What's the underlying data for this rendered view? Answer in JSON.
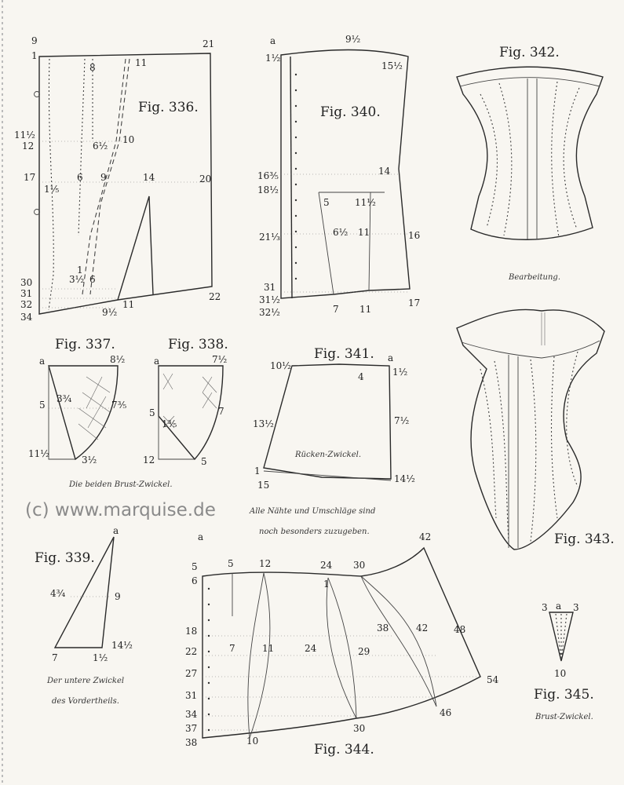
{
  "watermark": "(c) www.marquise.de",
  "figures": {
    "f336": {
      "title": "Fig. 336.",
      "labels": [
        "9",
        "21",
        "1",
        "8",
        "11",
        "11½",
        "12",
        "6½",
        "10",
        "17",
        "6",
        "9",
        "14",
        "20",
        "1⅕",
        "30",
        "31",
        "32",
        "34",
        "3½",
        "6",
        "1",
        "11",
        "9½",
        "22"
      ]
    },
    "f340": {
      "title": "Fig. 340.",
      "labels": [
        "a",
        "9½",
        "1½",
        "15½",
        "16⅗",
        "18½",
        "5",
        "11½",
        "14",
        "21⅓",
        "6½",
        "11",
        "16",
        "31",
        "31½",
        "32½",
        "7",
        "11",
        "17"
      ]
    },
    "f342": {
      "title": "Fig. 342.",
      "caption": "Bearbeitung."
    },
    "f337": {
      "title": "Fig. 337.",
      "labels": [
        "a",
        "8½",
        "5",
        "3¾",
        "7⅗",
        "11½",
        "3½"
      ]
    },
    "f338": {
      "title": "Fig. 338.",
      "labels": [
        "a",
        "7½",
        "5",
        "1⅗",
        "7",
        "12",
        "5"
      ]
    },
    "f341": {
      "title": "Fig. 341.",
      "labels": [
        "10½",
        "a",
        "1½",
        "4",
        "13½",
        "7½",
        "1",
        "15",
        "14½"
      ],
      "inner": "Rücken-Zwickel."
    },
    "f339": {
      "title": "Fig. 339.",
      "labels": [
        "a",
        "4¾",
        "9",
        "7",
        "1½",
        "14½"
      ],
      "caption1": "Der untere Zwickel",
      "caption2": "des Vordertheils."
    },
    "f343": {
      "title": "Fig. 343."
    },
    "f344": {
      "title": "Fig. 344.",
      "labels": [
        "a",
        "5",
        "5",
        "12",
        "24",
        "30",
        "42",
        "6",
        "1",
        "18",
        "38",
        "42",
        "48",
        "22",
        "7",
        "11",
        "24",
        "29",
        "27",
        "54",
        "31",
        "34",
        "46",
        "37",
        "30",
        "38",
        "10"
      ]
    },
    "f345": {
      "title": "Fig. 345.",
      "labels": [
        "3",
        "a",
        "3",
        "10"
      ],
      "caption": "Brust-Zwickel."
    }
  },
  "captions": {
    "breast": "Die beiden Brust-Zwickel.",
    "note1": "Alle Nähte und Umschläge sind",
    "note2": "noch besonders zuzugeben."
  }
}
